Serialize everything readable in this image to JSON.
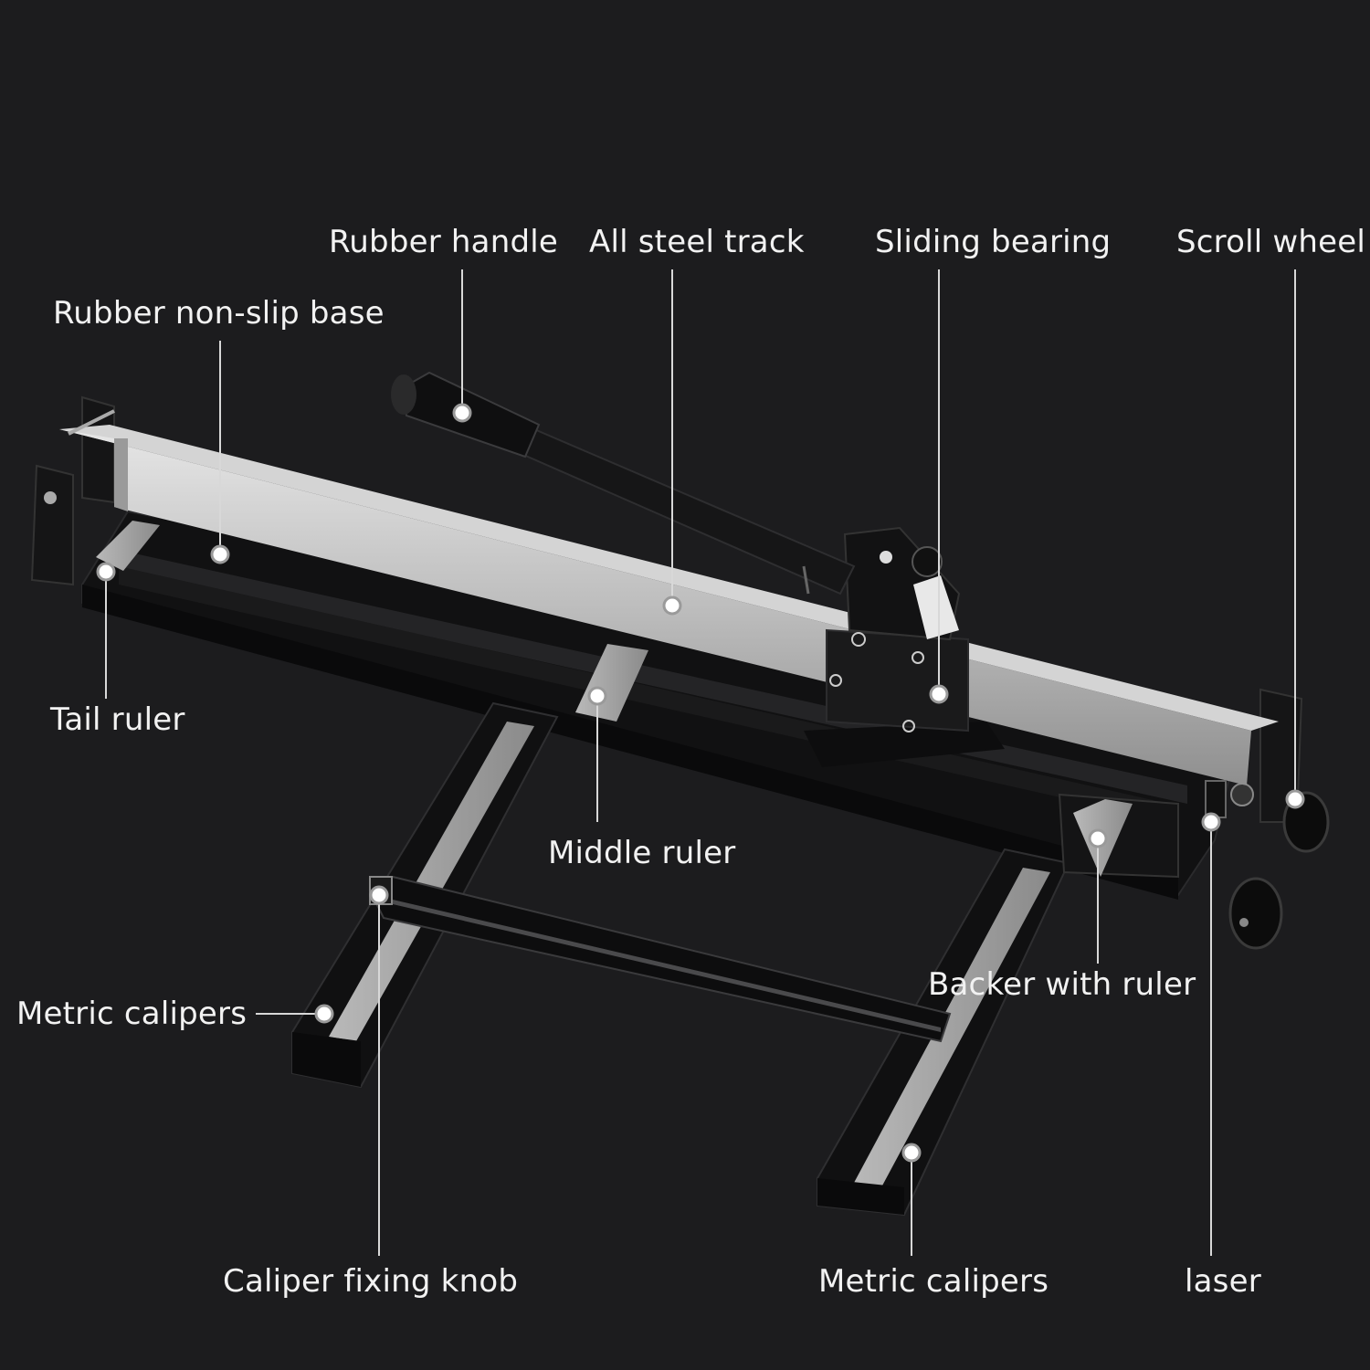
{
  "labels": {
    "rubber_handle": "Rubber handle",
    "all_steel_track": "All steel track",
    "sliding_bearing": "Sliding bearing",
    "scroll_wheel": "Scroll wheel",
    "rubber_base": "Rubber non-slip base",
    "tail_ruler": "Tail ruler",
    "middle_ruler": "Middle ruler",
    "backer_with_ruler": "Backer with ruler",
    "metric_calipers_left": "Metric calipers",
    "caliper_fixing_knob": "Caliper fixing knob",
    "metric_calipers_right": "Metric calipers",
    "laser": "laser"
  },
  "colors": {
    "background": "#1c1c1e",
    "label_text": "#f2f2f2",
    "steel": "#c9c9c9",
    "frame": "#0e0e0f"
  }
}
